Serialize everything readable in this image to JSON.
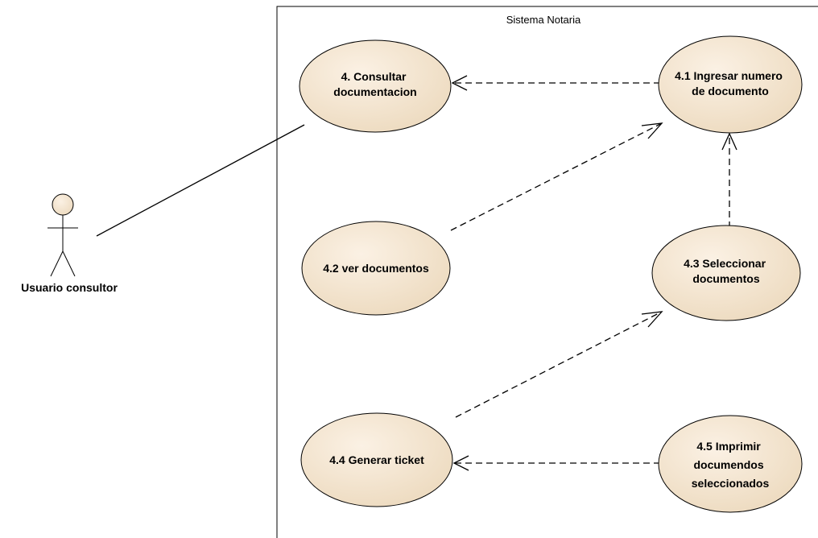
{
  "system": {
    "title": "Sistema Notaria"
  },
  "actor": {
    "label": "Usuario consultor"
  },
  "use_cases": [
    {
      "id": "uc4",
      "lines": [
        "4. Consultar",
        "documentacion"
      ]
    },
    {
      "id": "uc41",
      "lines": [
        "4.1 Ingresar numero",
        "de documento"
      ]
    },
    {
      "id": "uc42",
      "lines": [
        "4.2 ver documentos"
      ]
    },
    {
      "id": "uc43",
      "lines": [
        "4.3 Seleccionar",
        "documentos"
      ]
    },
    {
      "id": "uc44",
      "lines": [
        "4.4 Generar ticket"
      ]
    },
    {
      "id": "uc45",
      "lines": [
        "4.5 Imprimir",
        "documendos",
        "seleccionados"
      ]
    }
  ],
  "colors": {
    "usecase_fill_light": "#fbf1e4",
    "usecase_fill_dark": "#ecd9bd",
    "stroke": "#000000"
  }
}
